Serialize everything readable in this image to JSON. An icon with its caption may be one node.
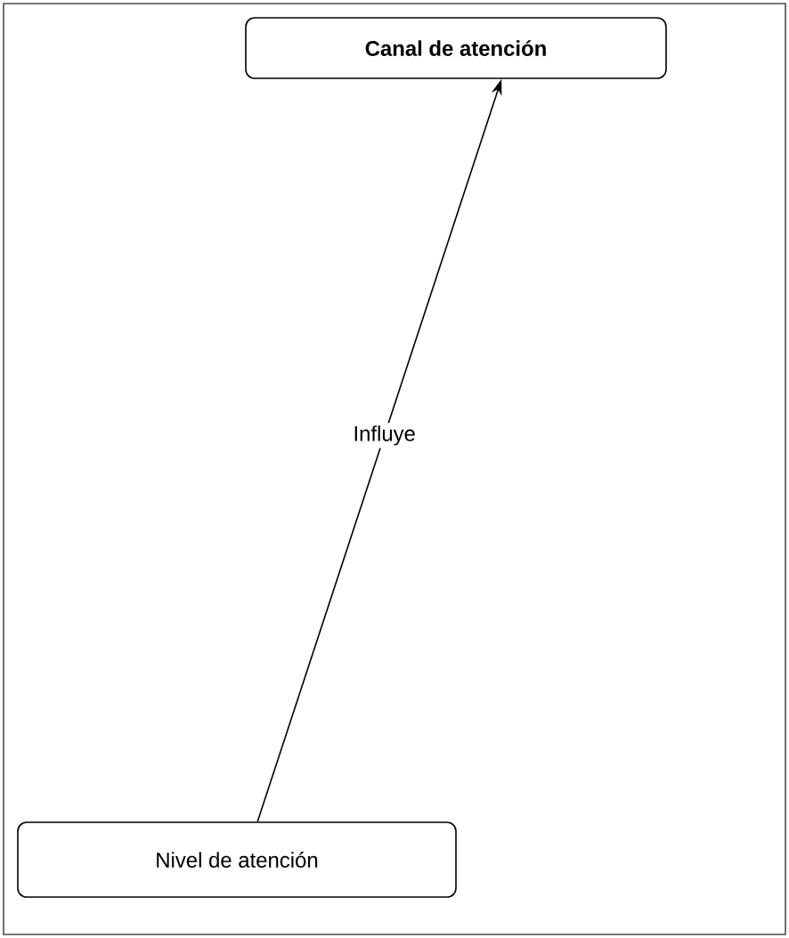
{
  "diagram": {
    "nodes": [
      {
        "text": [
          "Canal de atención"
        ]
      },
      {
        "text": [
          "Nivel de atención"
        ]
      }
    ],
    "edges": [
      {
        "from": 1,
        "to": 0,
        "arrow": "to",
        "label": "Influye"
      }
    ]
  }
}
